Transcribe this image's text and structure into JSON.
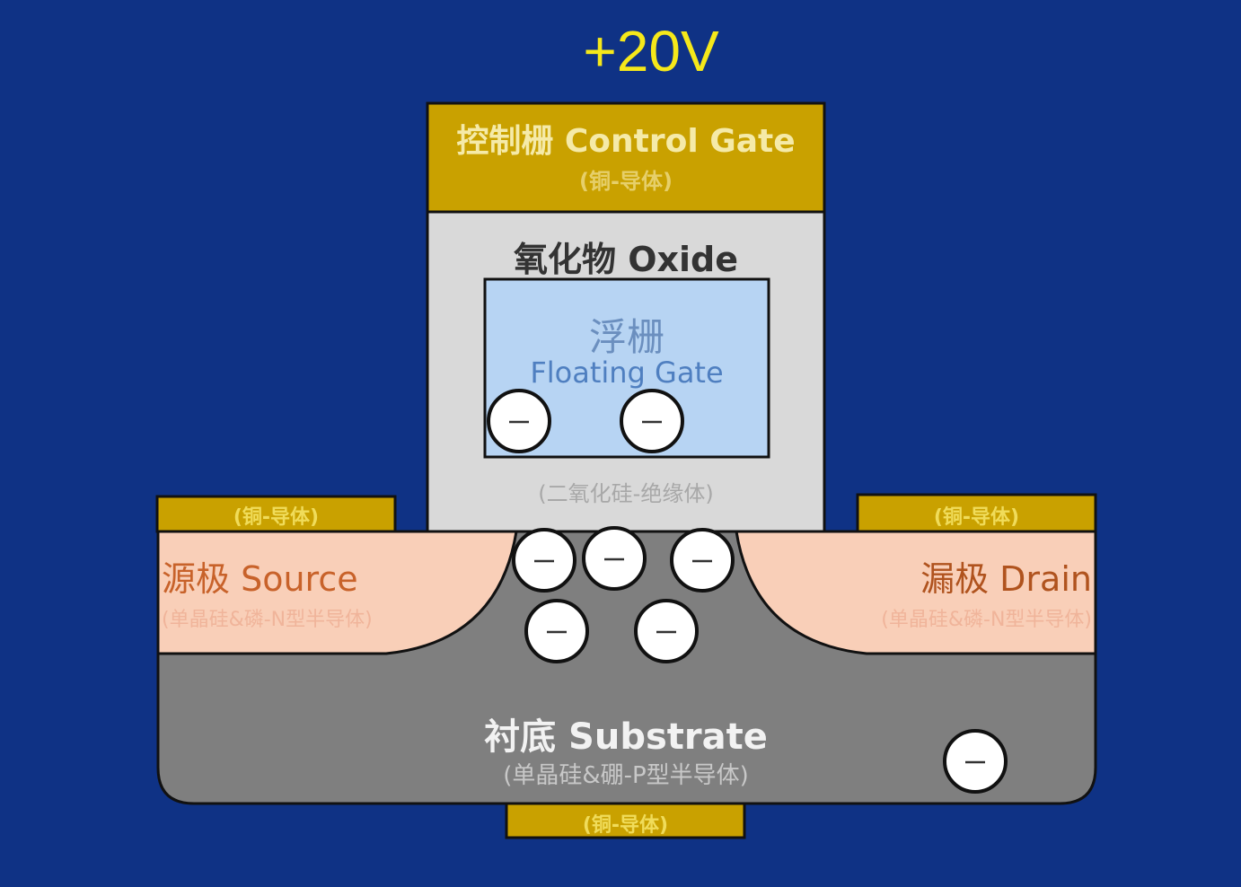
{
  "voltage": "+20V",
  "control_gate": {
    "title": "控制栅 Control Gate",
    "material": "(铜-导体)"
  },
  "oxide": {
    "title": "氧化物 Oxide",
    "material": "(二氧化硅-绝缘体)"
  },
  "floating_gate": {
    "title_cn": "浮栅",
    "title_en": "Floating Gate"
  },
  "source": {
    "title": "源极 Source",
    "material": "(单晶硅&磷-N型半导体)",
    "contact": "(铜-导体)"
  },
  "drain": {
    "title": "漏极 Drain",
    "material": "(单晶硅&磷-N型半导体)",
    "contact": "(铜-导体)"
  },
  "substrate": {
    "title": "衬底 Substrate",
    "material": "(单晶硅&硼-P型半导体)",
    "contact": "(铜-导体)"
  },
  "electron_symbol": "−",
  "colors": {
    "background": "#0f3285",
    "gold": "#c9a100",
    "oxide": "#d9d9d9",
    "floating_gate": "#b7d4f3",
    "n_region": "#f9cfb8",
    "substrate": "#7f7f7f"
  }
}
